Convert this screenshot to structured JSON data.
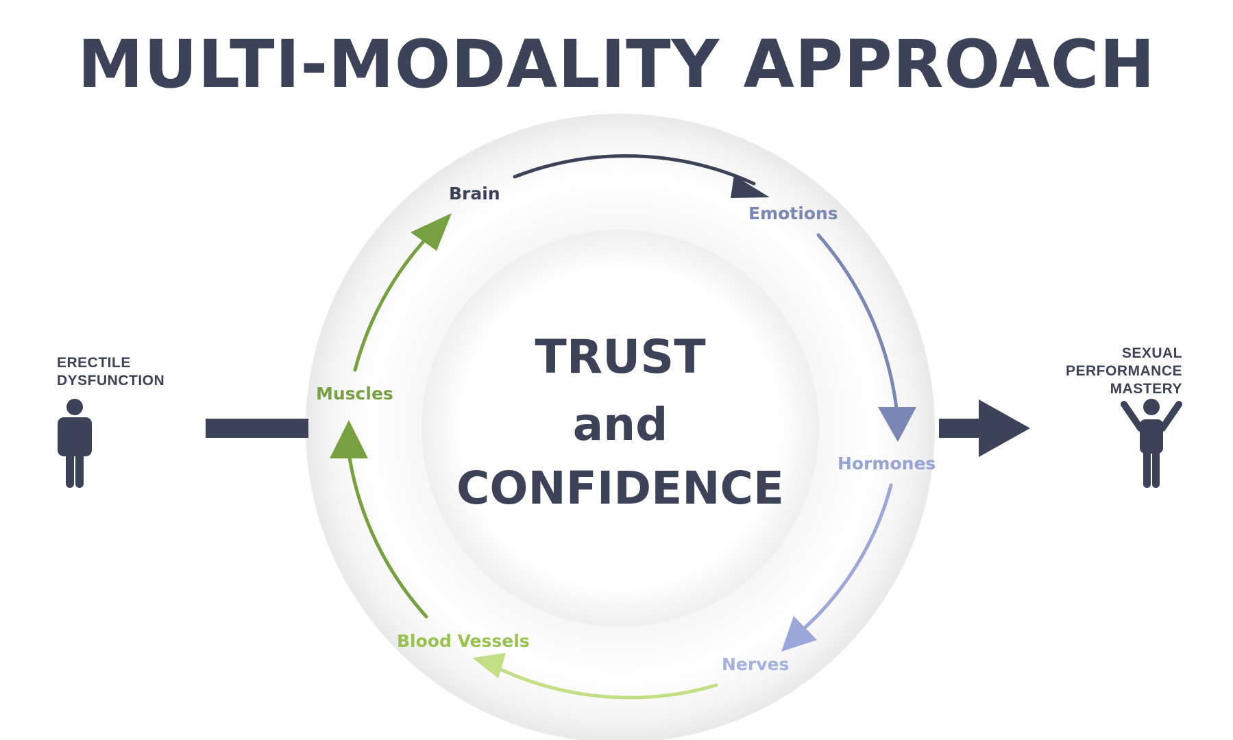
{
  "title": "MULTI-MODALITY APPROACH",
  "center": {
    "line1": "TRUST",
    "line2": "and",
    "line3": "CONFIDENCE"
  },
  "start": {
    "line1": "ERECTILE",
    "line2": "DYSFUNCTION",
    "icon": "person-standing-icon"
  },
  "end": {
    "line1": "SEXUAL",
    "line2": "PERFORMANCE",
    "line3": "MASTERY",
    "icon": "person-arms-raised-icon"
  },
  "cycle": [
    {
      "label": "Brain",
      "color": "#3c4258"
    },
    {
      "label": "Emotions",
      "color": "#7a86b4"
    },
    {
      "label": "Hormones",
      "color": "#96a4d4"
    },
    {
      "label": "Nerves",
      "color": "#a3b0e0"
    },
    {
      "label": "Blood Vessels",
      "color": "#98c24f"
    },
    {
      "label": "Muscles",
      "color": "#77a040"
    }
  ],
  "colors": {
    "dark": "#3c4258",
    "ring": "#efefef"
  }
}
